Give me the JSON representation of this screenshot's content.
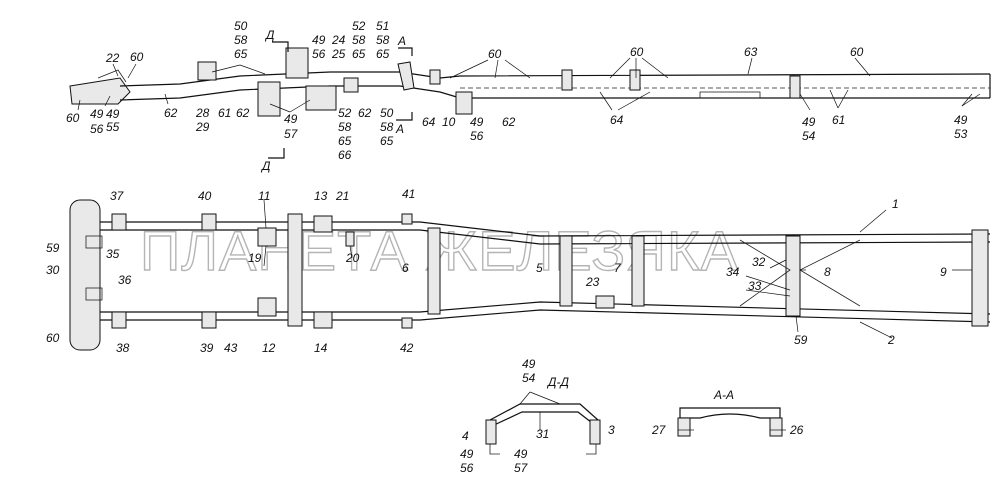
{
  "watermark": "ПЛАНЕТА ЖЕЛЕЗЯКА",
  "section_dd": "Д-Д",
  "section_aa": "А-А",
  "cut_d_top": "Д",
  "cut_d_bottom": "Д",
  "cut_a_top": "А",
  "cut_a_bottom": "А",
  "labels": {
    "l60a": "60",
    "l22": "22",
    "l60b": "60",
    "l49a": "49",
    "l56a": "56",
    "l55": "55",
    "l62a": "62",
    "l28": "28",
    "l29": "29",
    "l61a": "61",
    "l50a": "50",
    "l58a": "58",
    "l65a": "65",
    "l62b": "62",
    "l49b": "49",
    "l57a": "57",
    "l49c": "49",
    "l56b": "56",
    "l24": "24",
    "l25": "25",
    "l52a": "52",
    "l58b": "58",
    "l65b": "65",
    "l52b": "52",
    "l58c": "58",
    "l65c": "65",
    "l66": "66",
    "l62c": "62",
    "l51": "51",
    "l58d": "58",
    "l65d": "65",
    "l50b": "50",
    "l58e": "58",
    "l65e": "65",
    "l64a": "64",
    "l10": "10",
    "l49d": "49",
    "l56c": "56",
    "l60c": "60",
    "l62d": "62",
    "l60d": "60",
    "l64b": "64",
    "l63": "63",
    "l60e": "60",
    "l49e": "49",
    "l54a": "54",
    "l61b": "61",
    "l49f": "49",
    "l53": "53",
    "l37": "37",
    "l40": "40",
    "l11": "11",
    "l13": "13",
    "l21": "21",
    "l41": "41",
    "l1": "1",
    "l59a": "59",
    "l30": "30",
    "l35": "35",
    "l36": "36",
    "l19": "19",
    "l20": "20",
    "l6": "6",
    "l5": "5",
    "l7": "7",
    "l23": "23",
    "l32": "32",
    "l8": "8",
    "l34": "34",
    "l33": "33",
    "l9": "9",
    "l60f": "60",
    "l38": "38",
    "l39": "39",
    "l43": "43",
    "l12": "12",
    "l14": "14",
    "l42": "42",
    "l59b": "59",
    "l2": "2",
    "l49g": "49",
    "l54b": "54",
    "l4": "4",
    "l31": "31",
    "l3": "3",
    "l49h": "49",
    "l56d": "56",
    "l49i": "49",
    "l57b": "57",
    "l27": "27",
    "l26": "26"
  }
}
